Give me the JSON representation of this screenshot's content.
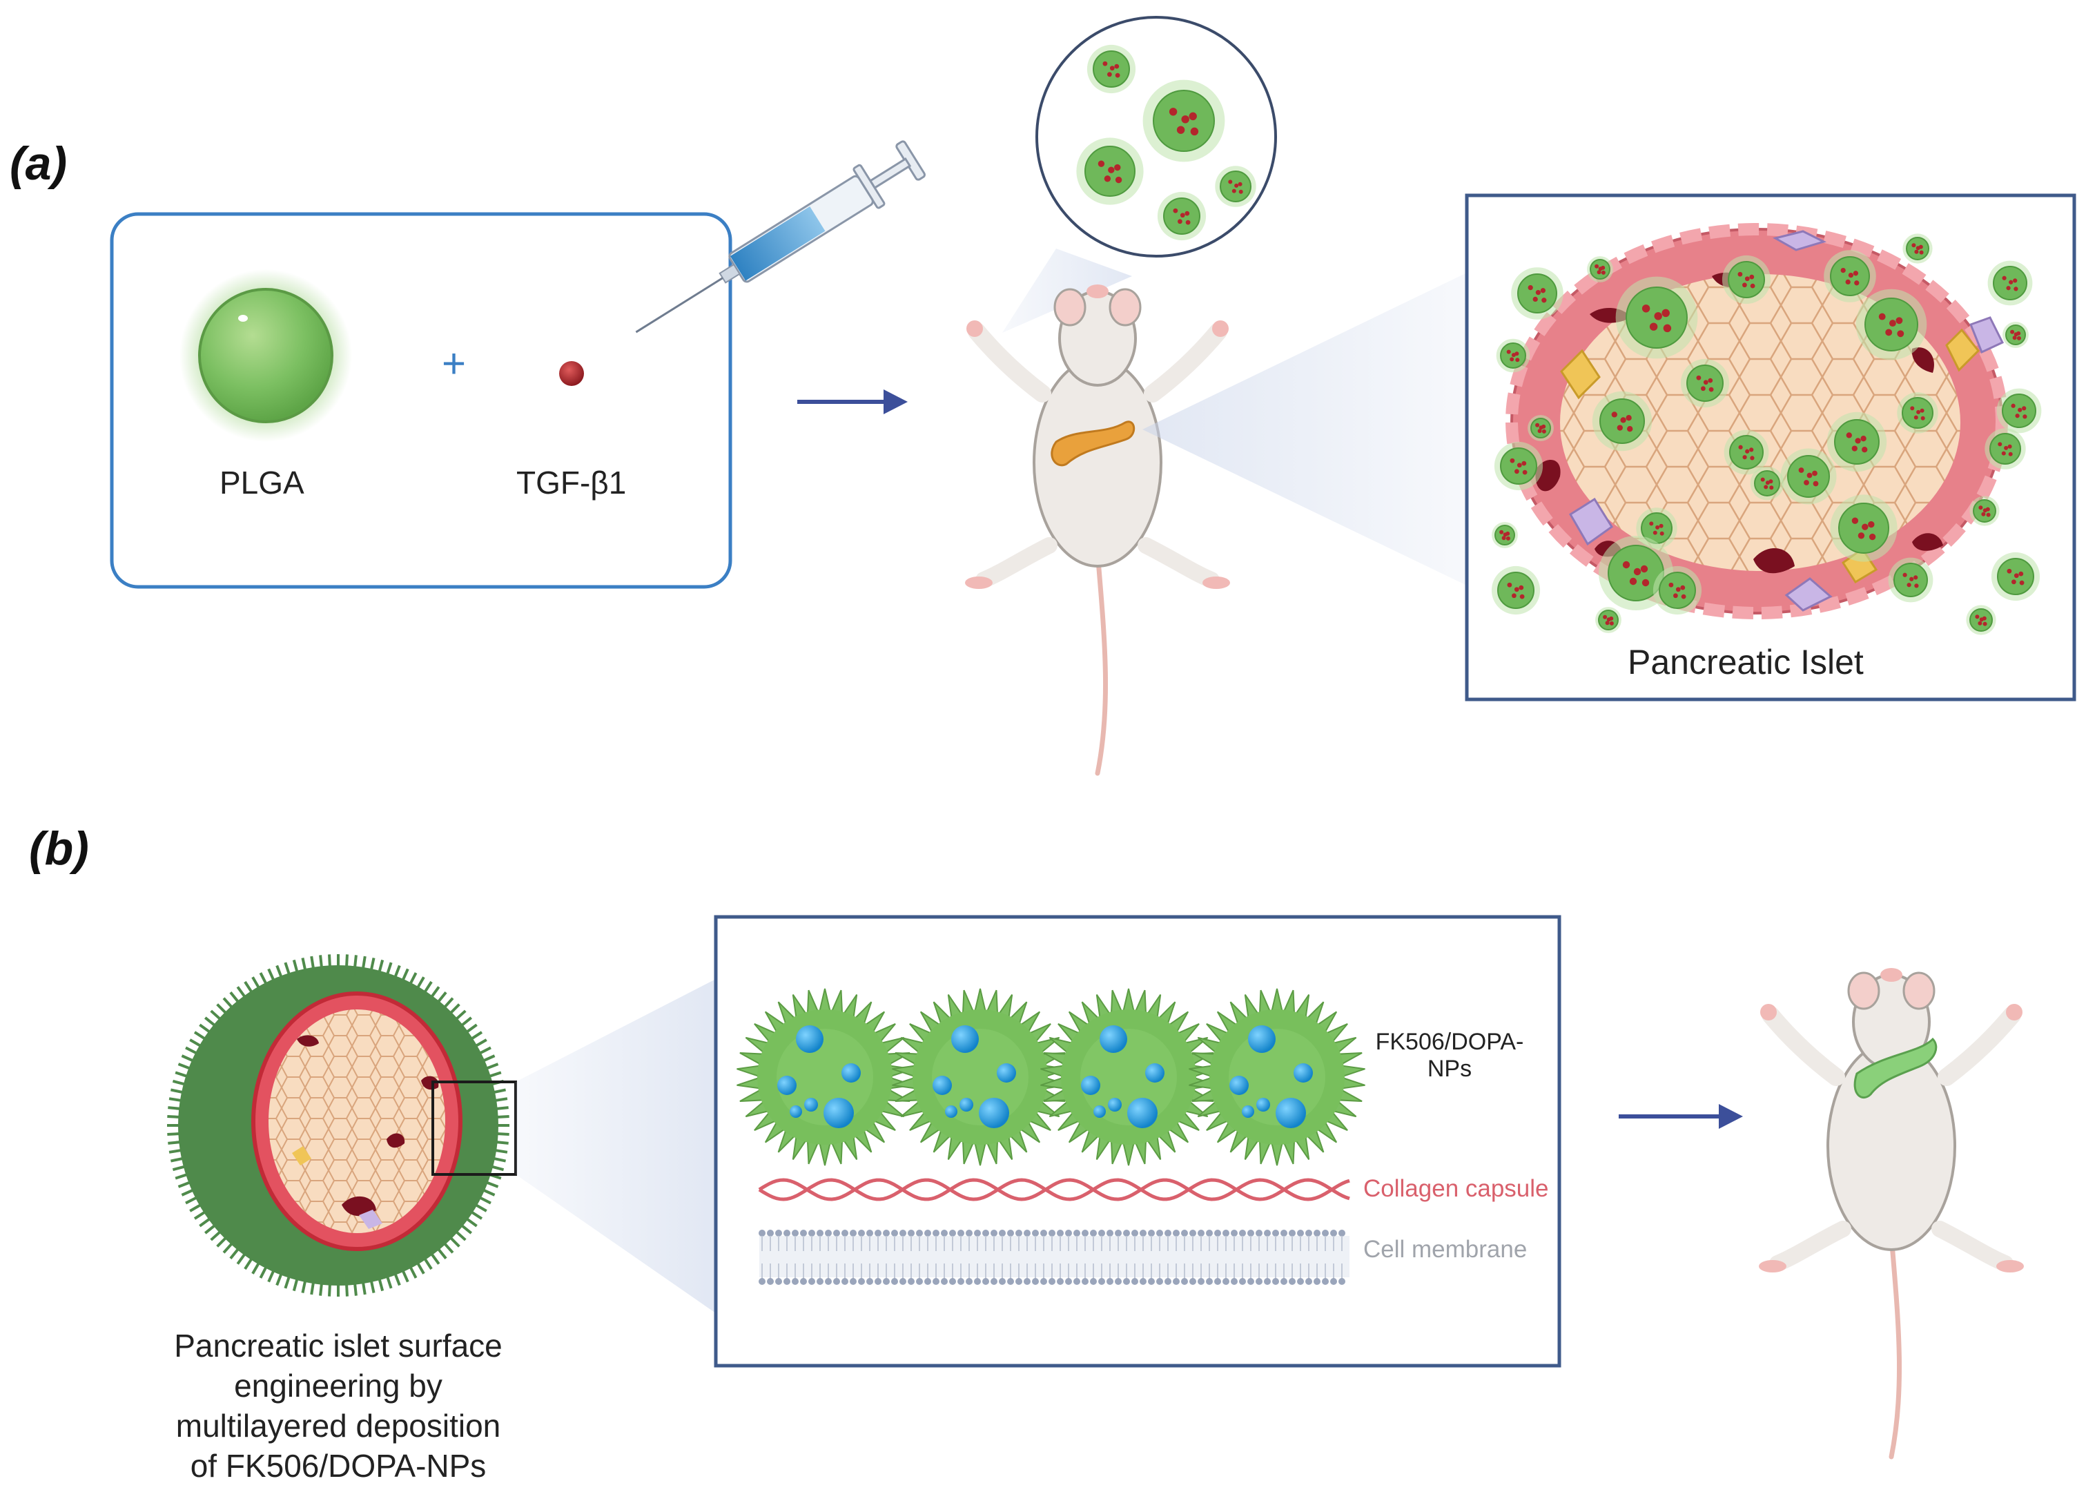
{
  "panel_a": {
    "letter": "(a)",
    "plga_label": "PLGA",
    "plus_sign": "+",
    "tgf_label": "TGF-β1",
    "islet_label": "Pancreatic Islet"
  },
  "panel_b": {
    "letter": "(b)",
    "nps_label_line1": "FK506/DOPA-",
    "nps_label_line2": "NPs",
    "collagen_label": "Collagen capsule",
    "membrane_label": "Cell membrane",
    "caption_lines": [
      "Pancreatic islet surface",
      "engineering by",
      "multilayered deposition",
      "of FK506/DOPA-NPs"
    ]
  },
  "colors": {
    "box_blue": "#3b7fc4",
    "frame_navy": "#3f5a8a",
    "arrow": "#3c4f9a",
    "plga_green": "#7cc062",
    "tgf_red": "#b3262c",
    "collagen_red": "#d9606c",
    "membrane_gray": "#a9b2c4",
    "nanoparticle_blue": "#1f9be0"
  }
}
